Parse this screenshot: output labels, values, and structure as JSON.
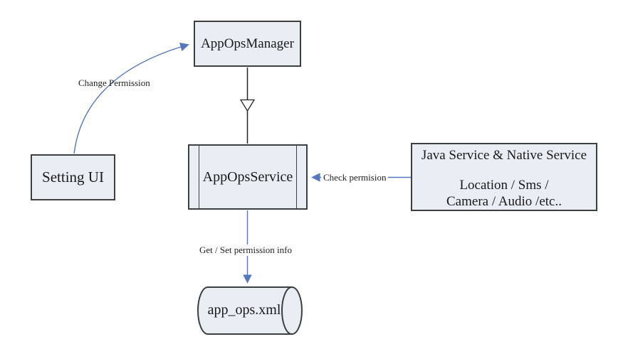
{
  "diagram": {
    "title_hint": "AppOps permission architecture flow",
    "nodes": {
      "app_ops_manager": {
        "label": "AppOpsManager",
        "shape": "rectangle"
      },
      "setting_ui": {
        "label": "Setting UI",
        "shape": "rectangle"
      },
      "app_ops_service": {
        "label": "AppOpsService",
        "shape": "component-rectangle-with-side-bars"
      },
      "java_native_service": {
        "line1": "Java Service & Native Service",
        "line2": "Location / Sms /",
        "line3": "Camera / Audio /etc..",
        "shape": "rectangle"
      },
      "app_ops_xml": {
        "label": "app_ops.xml",
        "shape": "horizontal-cylinder"
      }
    },
    "edges": {
      "change_permission": {
        "label": "Change Permission",
        "from": "setting_ui",
        "to": "app_ops_manager",
        "style": "curved-blue-arrow"
      },
      "generalization": {
        "label": "",
        "from": "app_ops_manager",
        "to": "app_ops_service",
        "style": "black-line-hollow-triangle"
      },
      "check_permission": {
        "label": "Check permision",
        "from": "java_native_service",
        "to": "app_ops_service",
        "style": "blue-arrow"
      },
      "get_set_permission": {
        "label": "Get / Set permission info",
        "from": "app_ops_service",
        "to": "app_ops_xml",
        "style": "blue-arrow"
      }
    },
    "colors": {
      "node_fill": "#e9edf4",
      "node_border": "#3f3f3f",
      "arrow_blue": "#5577c0",
      "line_black": "#262626",
      "text": "#1a1a1a",
      "background": "#ffffff"
    }
  }
}
